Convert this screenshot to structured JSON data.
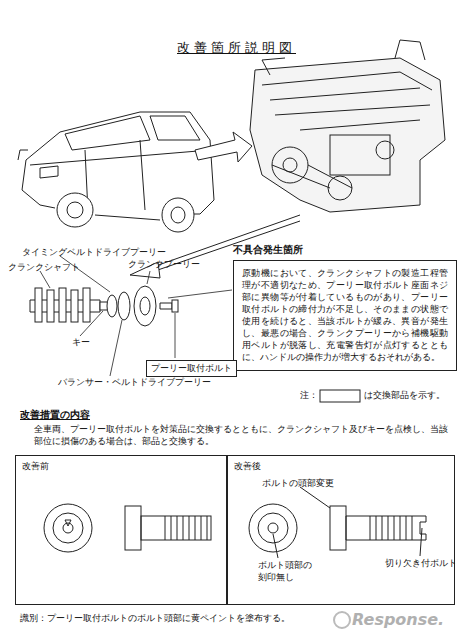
{
  "diagram": {
    "title": "改善箇所説明図",
    "nodes": [
      {
        "text": [
          "不具合発生箇所",
          "原動機において、クランクシャフトの製造工程管理が不適切なため、プーリー取付ボルト座面ネジ部に異物等が付着しているものがあり、プーリー取付ボルトの締付力が不足し、そのままの状態で使用を続けると、当該ボルトが緩み、異音が発生し、最悪の場合、クランクプーリーから補機駆動用ベルトが脱落し、充電警告灯が点灯するとともに、ハンドルの操作力が増大するおそれがある。"
        ]
      },
      {
        "text": [
          "プーリー取付ボルト"
        ]
      },
      {
        "text": [
          "改善前"
        ]
      },
      {
        "text": [
          "改善後"
        ]
      }
    ],
    "labels": [
      "タイミングベルトドライブプーリー",
      "クランクシャフト",
      "クランクプーリー",
      "キー",
      "バランサー・ベルトドライブプーリー",
      "注：",
      "は交換部品を示す。",
      "改善措置の内容",
      "全車両、プーリー取付ボルトを対策品に交換するとともに、クランクシャフト及びキーを点検し、当該部位に損傷のある場合は、部品と交換する。",
      "ボルトの頭部変更",
      "ボルト頭部の 刻印無し",
      "切り欠き付ボルト",
      "識別：プーリー取付ボルトのボルト頭部に黄ペイントを塗布する。",
      "Response."
    ]
  }
}
